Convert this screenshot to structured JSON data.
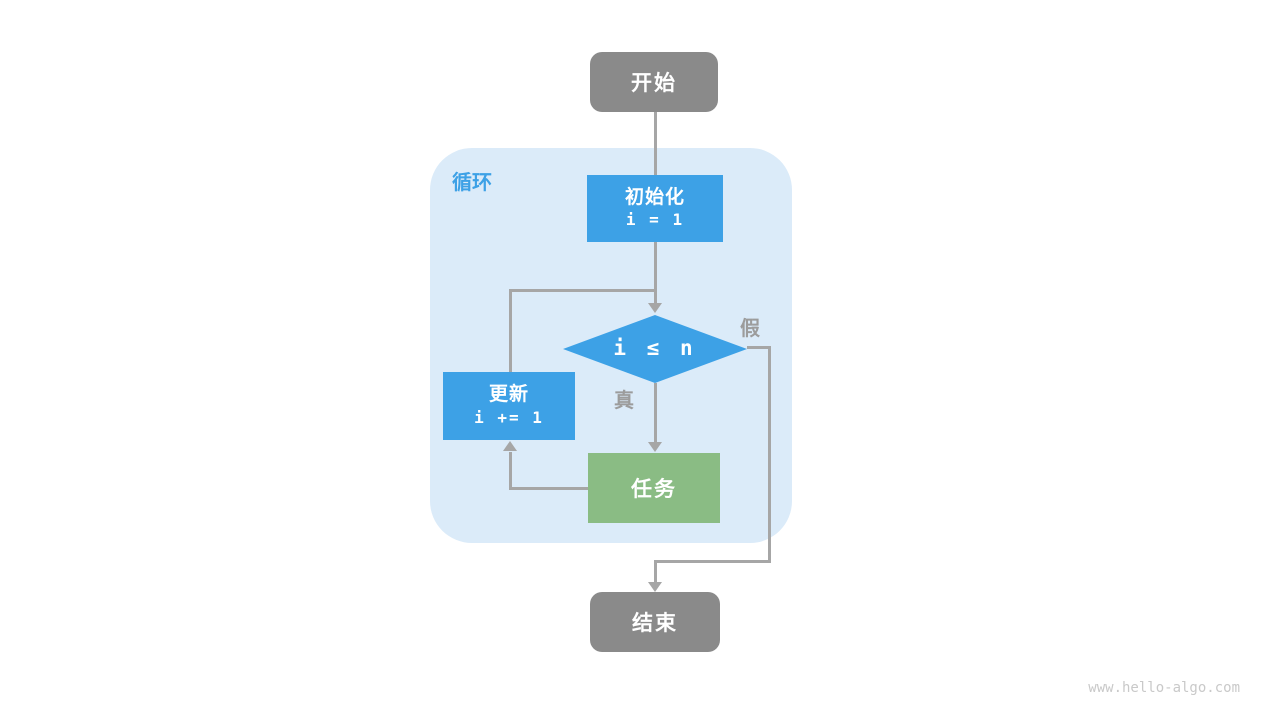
{
  "colors": {
    "blue": "#3DA1E6",
    "green": "#8ABC84",
    "node_gray": "#8A8A8A",
    "container_bg": "#DBEBF9",
    "line": "#A6A6A6",
    "edge_label": "#9C9C9C",
    "loop_label": "#3DA1E6",
    "watermark": "#C9C9C9",
    "text_on_fill": "#FFFFFF",
    "canvas_bg": "#FFFFFF"
  },
  "loop_container": {
    "label": "循环"
  },
  "nodes": {
    "start": {
      "label": "开始"
    },
    "init": {
      "label": "初始化",
      "code": "i = 1"
    },
    "condition": {
      "code": "i ≤ n"
    },
    "update": {
      "label": "更新",
      "code": "i += 1"
    },
    "task": {
      "label": "任务"
    },
    "end": {
      "label": "结束"
    }
  },
  "edge_labels": {
    "true_branch": "真",
    "false_branch": "假"
  },
  "watermark": "www.hello-algo.com"
}
